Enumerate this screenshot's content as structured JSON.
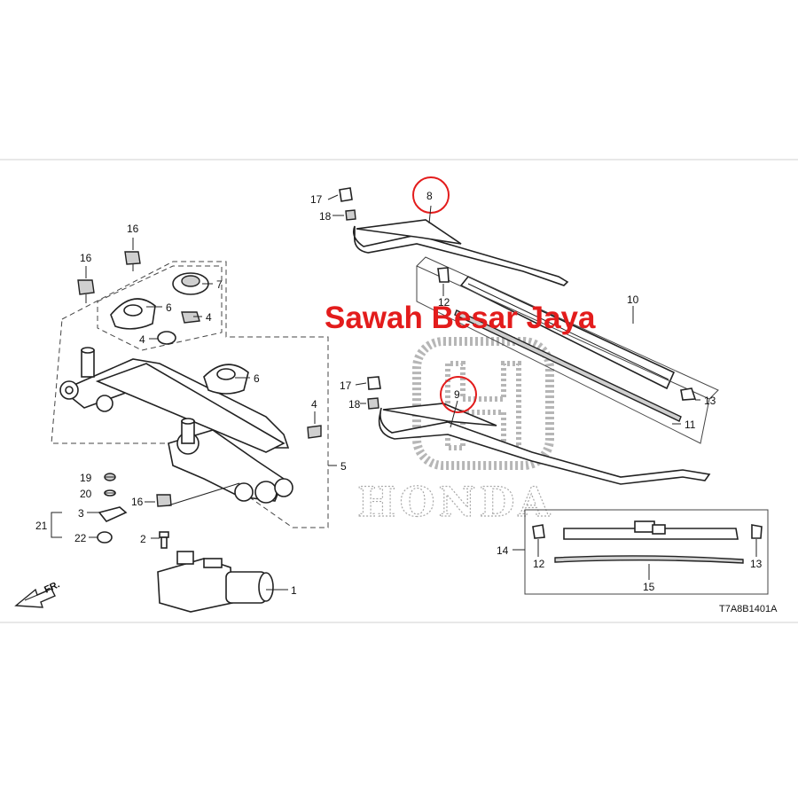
{
  "diagram": {
    "code": "T7A8B1401A",
    "direction_label": "FR.",
    "watermark_text": "Sawah Besar Jaya",
    "brand_text": "HONDA",
    "highlight_color": "#e31c1c"
  },
  "callouts": {
    "c1": "1",
    "c2": "2",
    "c3": "3",
    "c4a": "4",
    "c4b": "4",
    "c4c": "4",
    "c5": "5",
    "c6a": "6",
    "c6b": "6",
    "c7": "7",
    "c8": "8",
    "c9": "9",
    "c10": "10",
    "c11": "11",
    "c12a": "12",
    "c12b": "12",
    "c13a": "13",
    "c13b": "13",
    "c14": "14",
    "c15": "15",
    "c16a": "16",
    "c16b": "16",
    "c16c": "16",
    "c17a": "17",
    "c17b": "17",
    "c18a": "18",
    "c18b": "18",
    "c19": "19",
    "c20": "20",
    "c21": "21",
    "c22": "22"
  }
}
